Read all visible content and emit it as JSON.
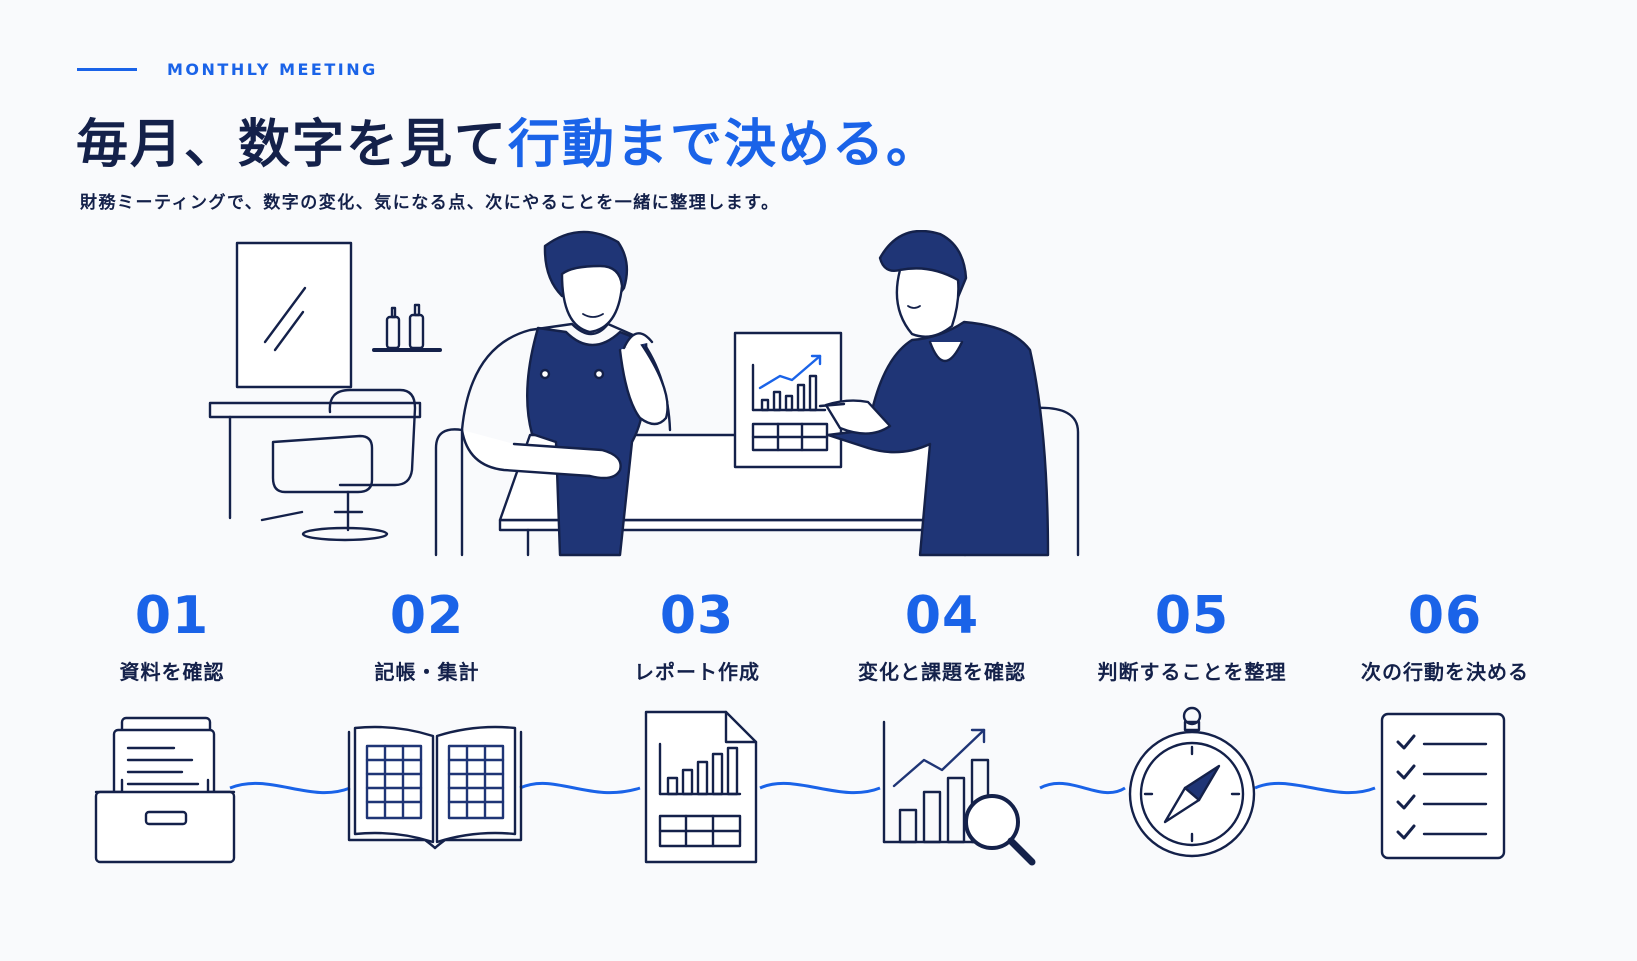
{
  "header": {
    "eyebrow": "MONTHLY MEETING",
    "title_main": "毎月、数字を見て",
    "title_accent": "行動まで決める。",
    "subtitle": "財務ミーティングで、数字の変化、気になる点、次にやることを一緒に整理します。"
  },
  "colors": {
    "accent": "#1a63e8",
    "ink": "#14214a",
    "navy": "#1f3576",
    "background": "#f9fafc"
  },
  "illustration": {
    "name": "meeting-scene-illustration"
  },
  "steps": [
    {
      "num": "01",
      "title": "資料を確認",
      "icon": "file-box-icon"
    },
    {
      "num": "02",
      "title": "記帳・集計",
      "icon": "ledger-book-icon"
    },
    {
      "num": "03",
      "title": "レポート作成",
      "icon": "report-document-icon"
    },
    {
      "num": "04",
      "title": "変化と課題を確認",
      "icon": "chart-magnifier-icon"
    },
    {
      "num": "05",
      "title": "判断することを整理",
      "icon": "compass-icon"
    },
    {
      "num": "06",
      "title": "次の行動を決める",
      "icon": "checklist-icon"
    }
  ]
}
